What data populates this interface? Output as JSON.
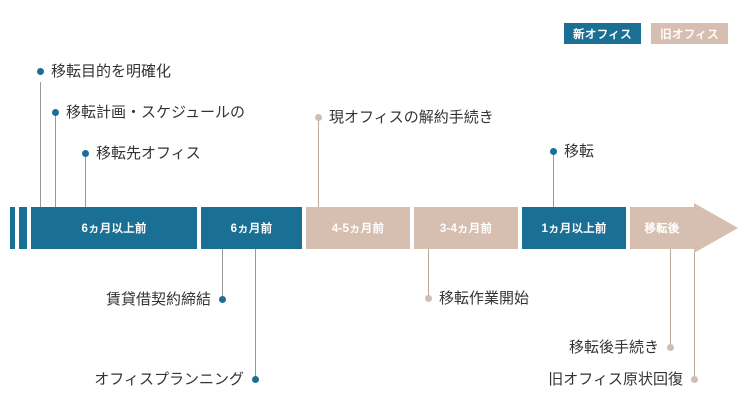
{
  "legend": {
    "new_office": "新オフィス",
    "old_office": "旧オフィス",
    "new_color": "#1a6f94",
    "old_color": "#d6bfb0"
  },
  "timeline": {
    "segments": [
      {
        "label": "",
        "type": "new"
      },
      {
        "label": "",
        "type": "new"
      },
      {
        "label": "6ヵ月以上前",
        "type": "new"
      },
      {
        "label": "6ヵ月前",
        "type": "new"
      },
      {
        "label": "4-5ヵ月前",
        "type": "old"
      },
      {
        "label": "3-4ヵ月前",
        "type": "old"
      },
      {
        "label": "1ヵ月以上前",
        "type": "new"
      },
      {
        "label": "移転後",
        "type": "old"
      }
    ]
  },
  "milestones_above": [
    {
      "label": "移転目的を明確化",
      "type": "new"
    },
    {
      "label": "移転計画・スケジュールの",
      "type": "new"
    },
    {
      "label": "移転先オフィス",
      "type": "new"
    },
    {
      "label": "現オフィスの解約手続き",
      "type": "old"
    },
    {
      "label": "移転",
      "type": "new"
    }
  ],
  "milestones_below": [
    {
      "label": "賃貸借契約締結",
      "type": "new"
    },
    {
      "label": "オフィスプランニング",
      "type": "new"
    },
    {
      "label": "移転作業開始",
      "type": "old"
    },
    {
      "label": "移転後手続き",
      "type": "old"
    },
    {
      "label": "旧オフィス原状回復",
      "type": "old"
    }
  ]
}
